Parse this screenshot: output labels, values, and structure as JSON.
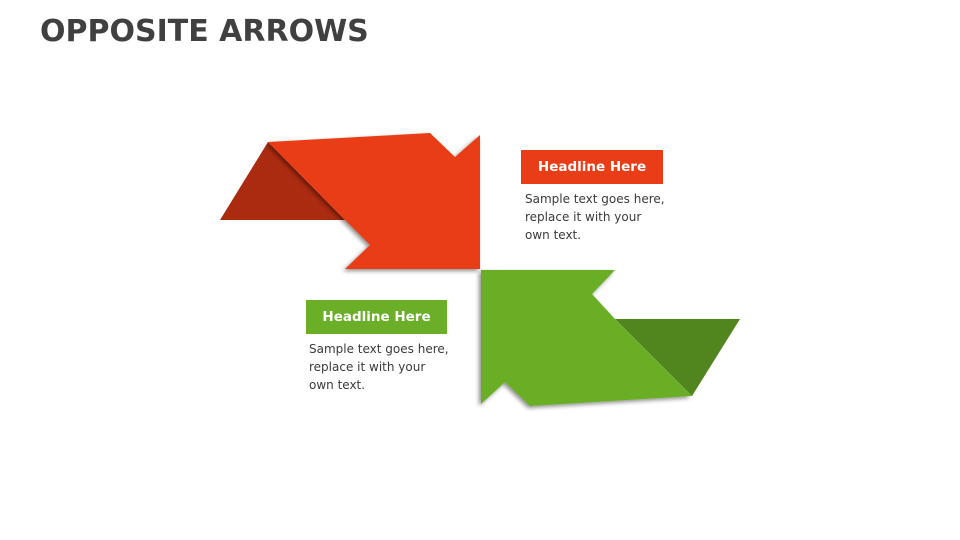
{
  "title": "OPPOSITE ARROWS",
  "colors": {
    "red_main": "#E83D17",
    "red_dark": "#AB2B10",
    "green_main": "#6BAE28",
    "green_dark": "#51851E",
    "title_text": "#404040",
    "body_text": "#3A3A3A"
  },
  "blocks": [
    {
      "id": "red",
      "headline": "Headline Here",
      "text_lines": [
        "Sample text goes here,",
        "replace it with your",
        "own text."
      ]
    },
    {
      "id": "green",
      "headline": "Headline Here",
      "text_lines": [
        "Sample text goes here,",
        "replace it with your",
        "own text."
      ]
    }
  ]
}
